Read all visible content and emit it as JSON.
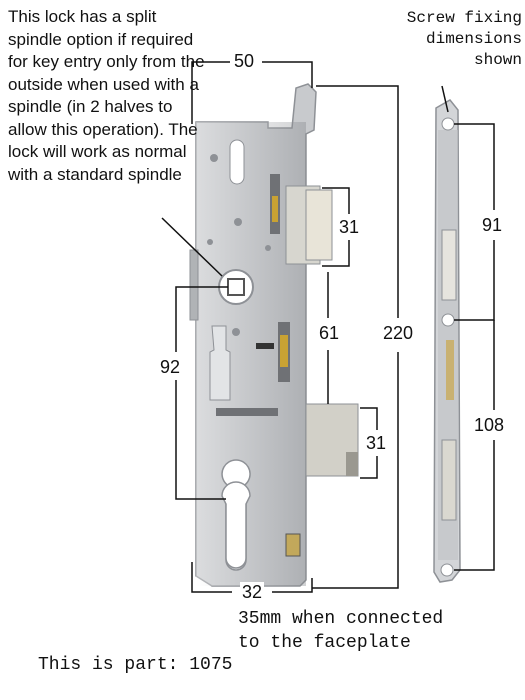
{
  "description_text": "This lock has a split spindle option if required for key entry only from the outside when used with a spindle (in 2 halves to allow this operation). The lock will work as normal with a standard spindle",
  "side_view_caption": [
    "Screw fixing",
    "dimensions",
    "shown"
  ],
  "dimensions": {
    "top_width": "50",
    "latch_height": "31",
    "latch_to_deadbolt": "61",
    "overall_length": "220",
    "spindle_to_cylinder": "92",
    "deadbolt_height": "31",
    "backset": "32",
    "screw_upper": "91",
    "screw_lower": "108"
  },
  "backset_note": [
    "35mm when connected",
    "to the faceplate"
  ],
  "part_label": "This is part: 1075",
  "colors": {
    "metal": "#c7c9cc",
    "metal_dark": "#8e9196",
    "brass": "#c9a233",
    "line": "#111111"
  }
}
